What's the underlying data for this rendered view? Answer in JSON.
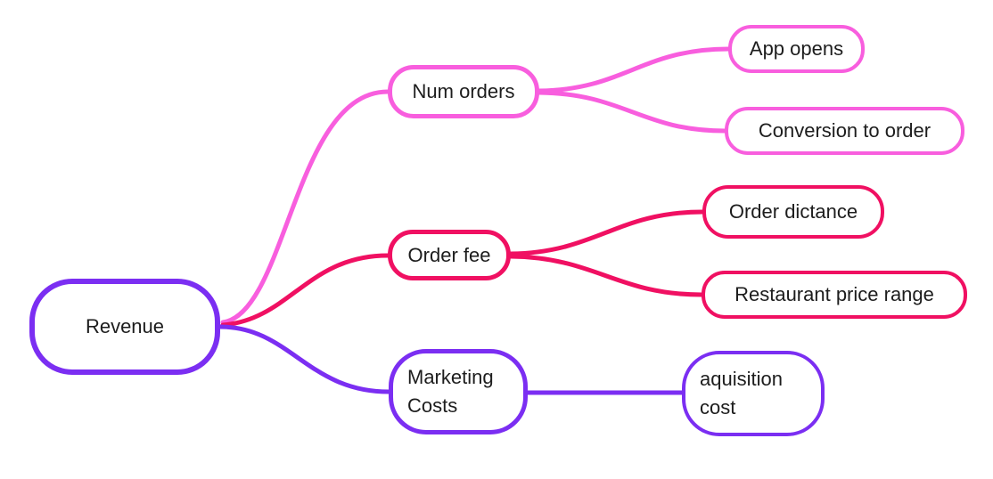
{
  "diagram": {
    "type": "mindmap",
    "background": "#ffffff",
    "text_color": "#1d1d1d",
    "colors": {
      "pink": "#f85ede",
      "crimson": "#f01062",
      "purple": "#7b2ef2"
    },
    "root": {
      "label": "Revenue"
    },
    "branches": [
      {
        "label": "Num orders",
        "color": "#f85ede",
        "children": [
          {
            "label": "App opens"
          },
          {
            "label": "Conversion to order"
          }
        ]
      },
      {
        "label": "Order fee",
        "color": "#f01062",
        "children": [
          {
            "label": "Order dictance"
          },
          {
            "label": "Restaurant price range"
          }
        ]
      },
      {
        "label": "Marketing Costs",
        "color": "#7b2ef2",
        "children": [
          {
            "label": "aquisition cost"
          }
        ]
      }
    ]
  }
}
